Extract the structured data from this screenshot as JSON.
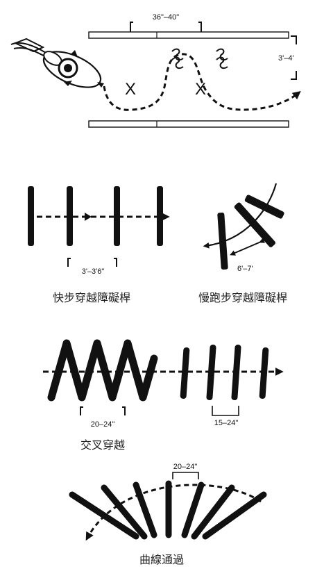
{
  "section1": {
    "width_label": "36\"–40\"",
    "height_label": "3'–4'",
    "marks": [
      "X",
      "X"
    ]
  },
  "section2": {
    "fast_spacing": "3'–3'6\"",
    "fast_caption": "快步穿越障礙桿",
    "canter_spacing": "6'–7'",
    "canter_caption": "慢跑步穿越障礙桿"
  },
  "section3": {
    "zigzag_spacing": "20–24\"",
    "parallel_spacing": "15–24\"",
    "caption": "交叉穿越"
  },
  "section4": {
    "spacing": "20–24\"",
    "caption": "曲線通過"
  }
}
